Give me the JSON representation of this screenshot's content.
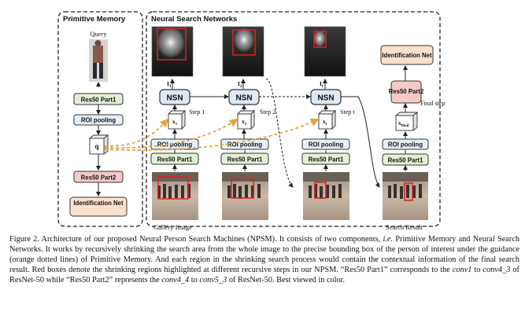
{
  "figure": {
    "panels": {
      "primitive_memory": "Primitive Memory",
      "neural_search_networks": "Neural Search Networks"
    },
    "labels": {
      "query": "Query",
      "gallery_image": "Gallery Image",
      "search_result": "Search Result",
      "final_step": "Final step",
      "step1": "Step 1",
      "step2": "Step 2",
      "stept": "Step t"
    },
    "blocks": {
      "res50_part1": "Res50 Part1",
      "roi_pooling": "ROI pooling",
      "q": "q",
      "res50_part2": "Res50 Part2",
      "identification_net": "Identification Net",
      "nsn": "NSN",
      "x1": "x",
      "x1_sub": "1",
      "x2": "x",
      "x2_sub": "2",
      "xt": "x",
      "xt_sub": "t",
      "xfinal": "x",
      "xfinal_sub": "final"
    },
    "l_labels": {
      "l1": "I",
      "l1_sub": "1",
      "l2": "I",
      "l2_sub": "2",
      "lt": "I",
      "lt_sub": "t"
    },
    "colors": {
      "part1_fill": "#e3f0d6",
      "part2_fill": "#f5c9c6",
      "ident_fill": "#fbe0cb",
      "roi_fill": "#e6f0f8",
      "nsn_fill": "#dde9f4",
      "guidance": "#e8a33c",
      "box_red": "#e02020"
    }
  },
  "caption": {
    "s1": "Figure 2. Architecture of our proposed Neural Person Search Machines (NPSM). It consists of two components, ",
    "ie": "i.e.",
    "s2": " Primitive Memory and Neural Search Networks. It works by recursively shrinking the search area from the whole image to the precise bounding box of the person of interest under the guidance (orange dotted lines) of Primitive Memory. And each region in the shrinking search process would contain the contextual information of the final search result. Red boxes denote the shrinking regions highlighted at different recursive steps in our NPSM. “Res50 Part1” corresponds to the ",
    "conv1": "conv1",
    "s3": " to ",
    "conv4_3": "conv4_3",
    "s4": " of ResNet-50 while “Res50 Part2” represents the ",
    "conv4_4": "conv4_4",
    "s5": " to ",
    "conv5_3": "conv5_3",
    "s6": " of ResNet-50. Best viewed in color."
  }
}
